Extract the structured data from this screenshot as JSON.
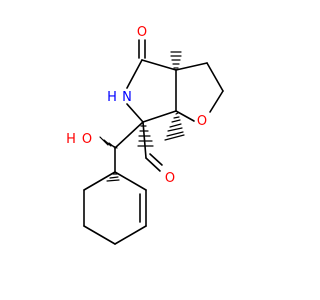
{
  "colors": {
    "background": "#ffffff",
    "bond": "#000000",
    "oxygen": "#ff0000",
    "nitrogen": "#0000ff",
    "carbon_text": "#000000"
  },
  "labels": {
    "ketone_o": "O",
    "nh_n": "N",
    "nh_h": "H",
    "ring_o": "O",
    "hydroxyl_o": "O",
    "hydroxyl_h": "H",
    "aldehyde_o": "O"
  }
}
